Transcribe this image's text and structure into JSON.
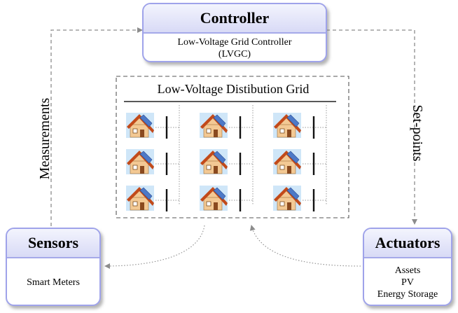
{
  "controller": {
    "title": "Controller",
    "lines": [
      "Low-Voltage Grid Controller",
      "(LVGC)"
    ]
  },
  "sensors": {
    "title": "Sensors",
    "lines": [
      "Smart Meters"
    ]
  },
  "actuators": {
    "title": "Actuators",
    "lines": [
      "Assets",
      "PV",
      "Energy Storage"
    ]
  },
  "grid": {
    "title": "Low-Voltage Distibution Grid",
    "rows": 3,
    "cols": 3,
    "house_icon": "house-solar-icon"
  },
  "flows": {
    "left_label": "Measurements",
    "right_label": "Set-points"
  },
  "colors": {
    "box_border": "#9fa3ea",
    "header_fill": "#d8daf6",
    "arrow": "#8c8c8c",
    "roof": "#c24a1a",
    "wall": "#f3c994",
    "panel": "#4d79c7",
    "sky": "#cfe6f8"
  }
}
